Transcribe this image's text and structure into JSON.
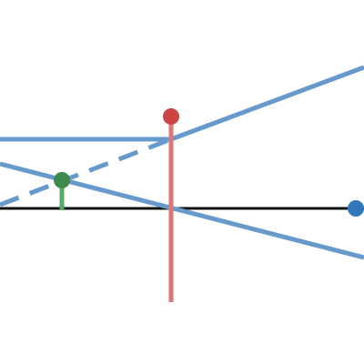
{
  "colors": {
    "background": "#ffffff",
    "axis": "#111111",
    "ray": "#6699cc",
    "object": "#dd7777",
    "object_tip": "#cc4444",
    "image": "#55aa66",
    "image_tip": "#3d8a4f",
    "focal_point": "#3377bb"
  },
  "diagram": {
    "kind": "lens ray diagram",
    "rays": [
      "horizontal-ray",
      "rising-ray",
      "descending-ray",
      "dashed-extension"
    ],
    "points": [
      "object-tip",
      "image-tip",
      "focal-point"
    ]
  }
}
